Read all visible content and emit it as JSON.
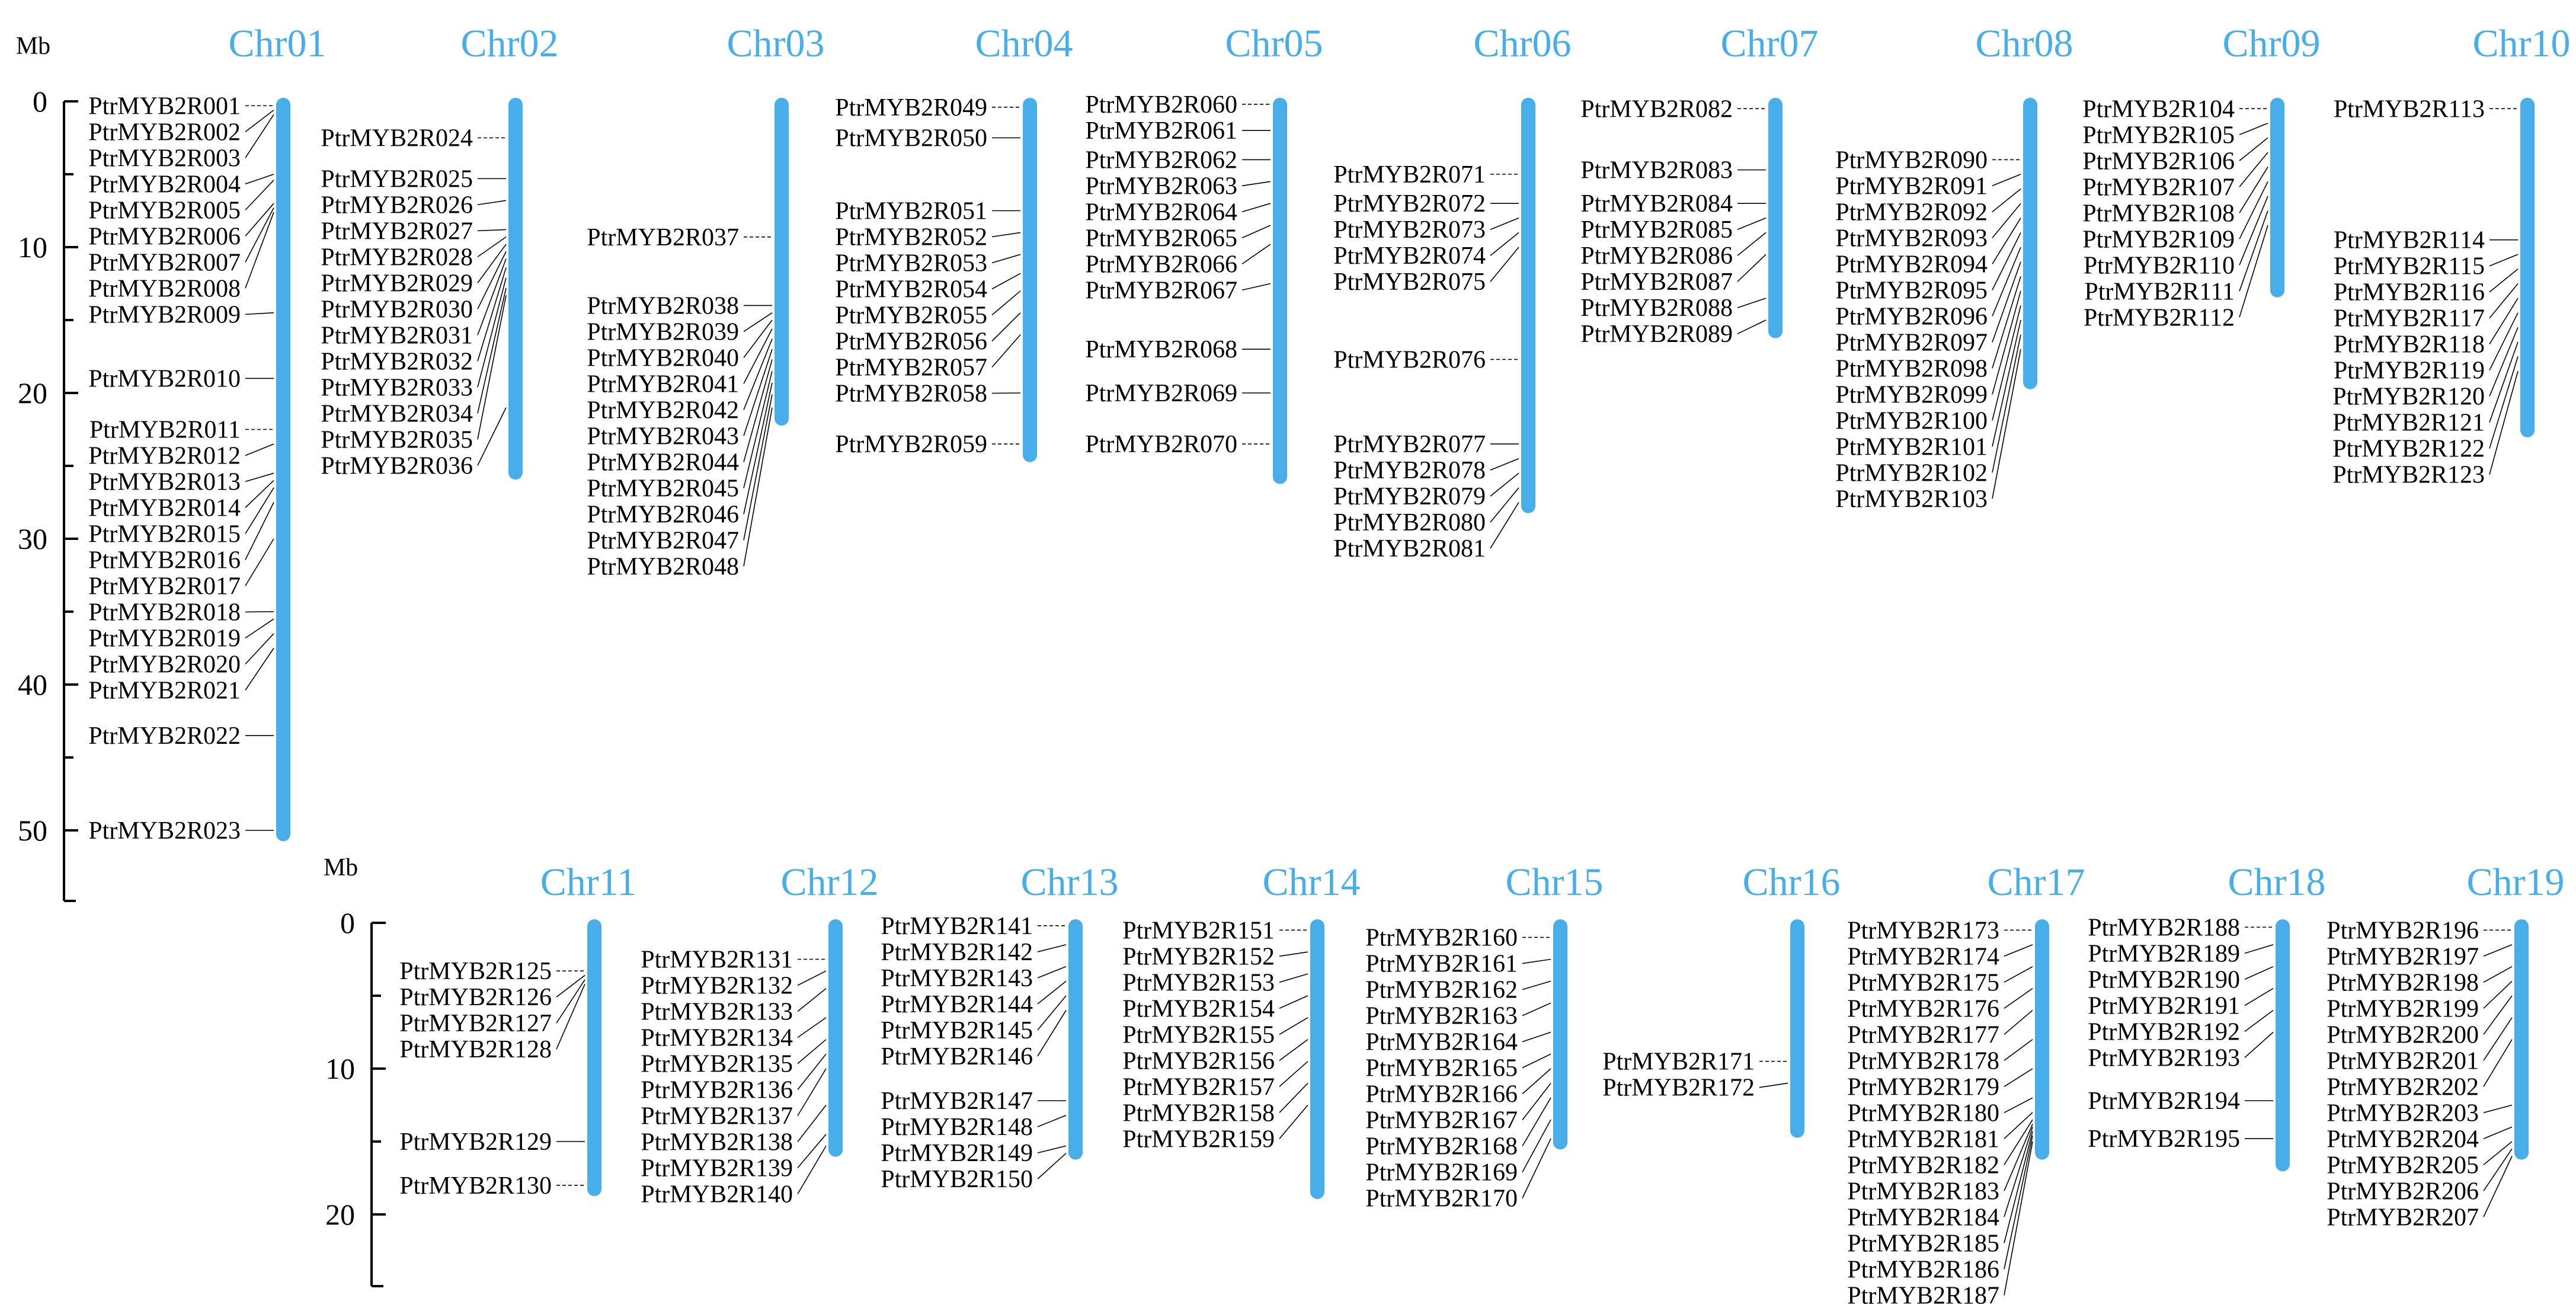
{
  "colors": {
    "chromosome": "#47aeea",
    "text": "#000000",
    "leader": "#000000"
  },
  "scales": [
    {
      "unit": "Mb",
      "ticks": [
        "0",
        "10",
        "20",
        "30",
        "40",
        "50"
      ]
    },
    {
      "unit": "Mb",
      "ticks": [
        "0",
        "10",
        "20"
      ]
    }
  ],
  "chromosomes": [
    {
      "name": "Chr01",
      "length_mb": 50.5,
      "side": "left",
      "genes": [
        {
          "label": "PtrMYB2R001",
          "pos_mb": 0.3
        },
        {
          "label": "PtrMYB2R002",
          "pos_mb": 0.6
        },
        {
          "label": "PtrMYB2R003",
          "pos_mb": 0.9
        },
        {
          "label": "PtrMYB2R004",
          "pos_mb": 5.0
        },
        {
          "label": "PtrMYB2R005",
          "pos_mb": 5.4
        },
        {
          "label": "PtrMYB2R006",
          "pos_mb": 7.0
        },
        {
          "label": "PtrMYB2R007",
          "pos_mb": 7.3
        },
        {
          "label": "PtrMYB2R008",
          "pos_mb": 7.6
        },
        {
          "label": "PtrMYB2R009",
          "pos_mb": 14.5
        },
        {
          "label": "PtrMYB2R010",
          "pos_mb": 19.0
        },
        {
          "label": "PtrMYB2R011",
          "pos_mb": 22.5
        },
        {
          "label": "PtrMYB2R012",
          "pos_mb": 23.5
        },
        {
          "label": "PtrMYB2R013",
          "pos_mb": 25.5
        },
        {
          "label": "PtrMYB2R014",
          "pos_mb": 26.0
        },
        {
          "label": "PtrMYB2R015",
          "pos_mb": 26.5
        },
        {
          "label": "PtrMYB2R016",
          "pos_mb": 27.5
        },
        {
          "label": "PtrMYB2R017",
          "pos_mb": 30.0
        },
        {
          "label": "PtrMYB2R018",
          "pos_mb": 35.0
        },
        {
          "label": "PtrMYB2R019",
          "pos_mb": 35.5
        },
        {
          "label": "PtrMYB2R020",
          "pos_mb": 36.5
        },
        {
          "label": "PtrMYB2R021",
          "pos_mb": 37.5
        },
        {
          "label": "PtrMYB2R022",
          "pos_mb": 43.5
        },
        {
          "label": "PtrMYB2R023",
          "pos_mb": 50.0
        }
      ]
    },
    {
      "name": "Chr02",
      "length_mb": 25.7,
      "side": "left",
      "genes": [
        {
          "label": "PtrMYB2R024",
          "pos_mb": 2.5
        },
        {
          "label": "PtrMYB2R025",
          "pos_mb": 5.3
        },
        {
          "label": "PtrMYB2R026",
          "pos_mb": 6.8
        },
        {
          "label": "PtrMYB2R027",
          "pos_mb": 8.8
        },
        {
          "label": "PtrMYB2R028",
          "pos_mb": 9.3
        },
        {
          "label": "PtrMYB2R029",
          "pos_mb": 9.8
        },
        {
          "label": "PtrMYB2R030",
          "pos_mb": 10.3
        },
        {
          "label": "PtrMYB2R031",
          "pos_mb": 10.8
        },
        {
          "label": "PtrMYB2R032",
          "pos_mb": 11.4
        },
        {
          "label": "PtrMYB2R033",
          "pos_mb": 12.1
        },
        {
          "label": "PtrMYB2R034",
          "pos_mb": 12.8
        },
        {
          "label": "PtrMYB2R035",
          "pos_mb": 13.3
        },
        {
          "label": "PtrMYB2R036",
          "pos_mb": 21.0
        }
      ]
    },
    {
      "name": "Chr03",
      "length_mb": 22.0,
      "side": "left",
      "genes": [
        {
          "label": "PtrMYB2R037",
          "pos_mb": 9.3
        },
        {
          "label": "PtrMYB2R038",
          "pos_mb": 14.0
        },
        {
          "label": "PtrMYB2R039",
          "pos_mb": 14.5
        },
        {
          "label": "PtrMYB2R040",
          "pos_mb": 15.0
        },
        {
          "label": "PtrMYB2R041",
          "pos_mb": 15.6
        },
        {
          "label": "PtrMYB2R042",
          "pos_mb": 16.3
        },
        {
          "label": "PtrMYB2R043",
          "pos_mb": 17.0
        },
        {
          "label": "PtrMYB2R044",
          "pos_mb": 17.7
        },
        {
          "label": "PtrMYB2R045",
          "pos_mb": 18.5
        },
        {
          "label": "PtrMYB2R046",
          "pos_mb": 19.3
        },
        {
          "label": "PtrMYB2R047",
          "pos_mb": 20.1
        },
        {
          "label": "PtrMYB2R048",
          "pos_mb": 21.0
        }
      ]
    },
    {
      "name": "Chr04",
      "length_mb": 24.5,
      "side": "left",
      "genes": [
        {
          "label": "PtrMYB2R049",
          "pos_mb": 0.4
        },
        {
          "label": "PtrMYB2R050",
          "pos_mb": 2.5
        },
        {
          "label": "PtrMYB2R051",
          "pos_mb": 7.5
        },
        {
          "label": "PtrMYB2R052",
          "pos_mb": 9.0
        },
        {
          "label": "PtrMYB2R053",
          "pos_mb": 10.5
        },
        {
          "label": "PtrMYB2R054",
          "pos_mb": 11.8
        },
        {
          "label": "PtrMYB2R055",
          "pos_mb": 13.0
        },
        {
          "label": "PtrMYB2R056",
          "pos_mb": 14.5
        },
        {
          "label": "PtrMYB2R057",
          "pos_mb": 16.0
        },
        {
          "label": "PtrMYB2R058",
          "pos_mb": 20.0
        },
        {
          "label": "PtrMYB2R059",
          "pos_mb": 23.5
        }
      ]
    },
    {
      "name": "Chr05",
      "length_mb": 26.0,
      "side": "left",
      "genes": [
        {
          "label": "PtrMYB2R060",
          "pos_mb": 0.2
        },
        {
          "label": "PtrMYB2R061",
          "pos_mb": 2.0
        },
        {
          "label": "PtrMYB2R062",
          "pos_mb": 4.0
        },
        {
          "label": "PtrMYB2R063",
          "pos_mb": 5.5
        },
        {
          "label": "PtrMYB2R064",
          "pos_mb": 7.0
        },
        {
          "label": "PtrMYB2R065",
          "pos_mb": 8.5
        },
        {
          "label": "PtrMYB2R066",
          "pos_mb": 9.8
        },
        {
          "label": "PtrMYB2R067",
          "pos_mb": 12.5
        },
        {
          "label": "PtrMYB2R068",
          "pos_mb": 17.0
        },
        {
          "label": "PtrMYB2R069",
          "pos_mb": 20.0
        },
        {
          "label": "PtrMYB2R070",
          "pos_mb": 23.5
        }
      ]
    },
    {
      "name": "Chr06",
      "length_mb": 28.0,
      "side": "left",
      "genes": [
        {
          "label": "PtrMYB2R071",
          "pos_mb": 5.0
        },
        {
          "label": "PtrMYB2R072",
          "pos_mb": 7.0
        },
        {
          "label": "PtrMYB2R073",
          "pos_mb": 8.0
        },
        {
          "label": "PtrMYB2R074",
          "pos_mb": 9.0
        },
        {
          "label": "PtrMYB2R075",
          "pos_mb": 10.0
        },
        {
          "label": "PtrMYB2R076",
          "pos_mb": 17.7
        },
        {
          "label": "PtrMYB2R077",
          "pos_mb": 23.5
        },
        {
          "label": "PtrMYB2R078",
          "pos_mb": 24.5
        },
        {
          "label": "PtrMYB2R079",
          "pos_mb": 25.5
        },
        {
          "label": "PtrMYB2R080",
          "pos_mb": 26.5
        },
        {
          "label": "PtrMYB2R081",
          "pos_mb": 27.5
        }
      ]
    },
    {
      "name": "Chr07",
      "length_mb": 16.0,
      "side": "left",
      "genes": [
        {
          "label": "PtrMYB2R082",
          "pos_mb": 0.5
        },
        {
          "label": "PtrMYB2R083",
          "pos_mb": 4.7
        },
        {
          "label": "PtrMYB2R084",
          "pos_mb": 7.0
        },
        {
          "label": "PtrMYB2R085",
          "pos_mb": 8.0
        },
        {
          "label": "PtrMYB2R086",
          "pos_mb": 9.0
        },
        {
          "label": "PtrMYB2R087",
          "pos_mb": 10.5
        },
        {
          "label": "PtrMYB2R088",
          "pos_mb": 13.5
        },
        {
          "label": "PtrMYB2R089",
          "pos_mb": 15.0
        }
      ]
    },
    {
      "name": "Chr08",
      "length_mb": 19.5,
      "side": "left",
      "genes": [
        {
          "label": "PtrMYB2R090",
          "pos_mb": 4.0
        },
        {
          "label": "PtrMYB2R091",
          "pos_mb": 5.0
        },
        {
          "label": "PtrMYB2R092",
          "pos_mb": 6.0
        },
        {
          "label": "PtrMYB2R093",
          "pos_mb": 7.0
        },
        {
          "label": "PtrMYB2R094",
          "pos_mb": 8.0
        },
        {
          "label": "PtrMYB2R095",
          "pos_mb": 9.0
        },
        {
          "label": "PtrMYB2R096",
          "pos_mb": 10.0
        },
        {
          "label": "PtrMYB2R097",
          "pos_mb": 11.0
        },
        {
          "label": "PtrMYB2R098",
          "pos_mb": 12.0
        },
        {
          "label": "PtrMYB2R099",
          "pos_mb": 13.0
        },
        {
          "label": "PtrMYB2R100",
          "pos_mb": 14.0
        },
        {
          "label": "PtrMYB2R101",
          "pos_mb": 15.0
        },
        {
          "label": "PtrMYB2R102",
          "pos_mb": 16.0
        },
        {
          "label": "PtrMYB2R103",
          "pos_mb": 17.0
        }
      ]
    },
    {
      "name": "Chr09",
      "length_mb": 13.2,
      "side": "left",
      "genes": [
        {
          "label": "PtrMYB2R104",
          "pos_mb": 0.5
        },
        {
          "label": "PtrMYB2R105",
          "pos_mb": 1.5
        },
        {
          "label": "PtrMYB2R106",
          "pos_mb": 2.5
        },
        {
          "label": "PtrMYB2R107",
          "pos_mb": 3.5
        },
        {
          "label": "PtrMYB2R108",
          "pos_mb": 4.5
        },
        {
          "label": "PtrMYB2R109",
          "pos_mb": 5.5
        },
        {
          "label": "PtrMYB2R110",
          "pos_mb": 6.5
        },
        {
          "label": "PtrMYB2R111",
          "pos_mb": 7.5
        },
        {
          "label": "PtrMYB2R112",
          "pos_mb": 8.5
        }
      ]
    },
    {
      "name": "Chr10",
      "length_mb": 22.8,
      "side": "left",
      "genes": [
        {
          "label": "PtrMYB2R113",
          "pos_mb": 0.5
        },
        {
          "label": "PtrMYB2R114",
          "pos_mb": 9.5
        },
        {
          "label": "PtrMYB2R115",
          "pos_mb": 10.5
        },
        {
          "label": "PtrMYB2R116",
          "pos_mb": 11.5
        },
        {
          "label": "PtrMYB2R117",
          "pos_mb": 12.5
        },
        {
          "label": "PtrMYB2R118",
          "pos_mb": 13.5
        },
        {
          "label": "PtrMYB2R119",
          "pos_mb": 14.5
        },
        {
          "label": "PtrMYB2R120",
          "pos_mb": 15.5
        },
        {
          "label": "PtrMYB2R121",
          "pos_mb": 16.5
        },
        {
          "label": "PtrMYB2R122",
          "pos_mb": 17.5
        },
        {
          "label": "PtrMYB2R123",
          "pos_mb": 18.5
        }
      ]
    },
    {
      "name": "Chr11",
      "length_mb": 18.5,
      "side": "left",
      "genes": [
        {
          "label": "PtrMYB2R125",
          "pos_mb": 3.3
        },
        {
          "label": "PtrMYB2R126",
          "pos_mb": 3.6
        },
        {
          "label": "PtrMYB2R127",
          "pos_mb": 3.9
        },
        {
          "label": "PtrMYB2R128",
          "pos_mb": 4.2
        },
        {
          "label": "PtrMYB2R129",
          "pos_mb": 15.0
        },
        {
          "label": "PtrMYB2R130",
          "pos_mb": 18.0
        }
      ]
    },
    {
      "name": "Chr12",
      "length_mb": 15.8,
      "side": "left",
      "genes": [
        {
          "label": "PtrMYB2R131",
          "pos_mb": 2.5
        },
        {
          "label": "PtrMYB2R132",
          "pos_mb": 3.3
        },
        {
          "label": "PtrMYB2R133",
          "pos_mb": 4.5
        },
        {
          "label": "PtrMYB2R134",
          "pos_mb": 6.5
        },
        {
          "label": "PtrMYB2R135",
          "pos_mb": 8.0
        },
        {
          "label": "PtrMYB2R136",
          "pos_mb": 9.0
        },
        {
          "label": "PtrMYB2R137",
          "pos_mb": 10.0
        },
        {
          "label": "PtrMYB2R138",
          "pos_mb": 12.5
        },
        {
          "label": "PtrMYB2R139",
          "pos_mb": 14.5
        },
        {
          "label": "PtrMYB2R140",
          "pos_mb": 15.3
        }
      ]
    },
    {
      "name": "Chr13",
      "length_mb": 16.0,
      "side": "left",
      "genes": [
        {
          "label": "PtrMYB2R141",
          "pos_mb": 0.2
        },
        {
          "label": "PtrMYB2R142",
          "pos_mb": 1.5
        },
        {
          "label": "PtrMYB2R143",
          "pos_mb": 3.0
        },
        {
          "label": "PtrMYB2R144",
          "pos_mb": 4.0
        },
        {
          "label": "PtrMYB2R145",
          "pos_mb": 5.0
        },
        {
          "label": "PtrMYB2R146",
          "pos_mb": 6.0
        },
        {
          "label": "PtrMYB2R147",
          "pos_mb": 12.2
        },
        {
          "label": "PtrMYB2R148",
          "pos_mb": 13.2
        },
        {
          "label": "PtrMYB2R149",
          "pos_mb": 15.3
        },
        {
          "label": "PtrMYB2R150",
          "pos_mb": 15.8
        }
      ]
    },
    {
      "name": "Chr14",
      "length_mb": 18.7,
      "side": "left",
      "genes": [
        {
          "label": "PtrMYB2R151",
          "pos_mb": 0.5
        },
        {
          "label": "PtrMYB2R152",
          "pos_mb": 2.0
        },
        {
          "label": "PtrMYB2R153",
          "pos_mb": 3.5
        },
        {
          "label": "PtrMYB2R154",
          "pos_mb": 5.0
        },
        {
          "label": "PtrMYB2R155",
          "pos_mb": 6.5
        },
        {
          "label": "PtrMYB2R156",
          "pos_mb": 8.0
        },
        {
          "label": "PtrMYB2R157",
          "pos_mb": 9.5
        },
        {
          "label": "PtrMYB2R158",
          "pos_mb": 11.0
        },
        {
          "label": "PtrMYB2R159",
          "pos_mb": 12.5
        }
      ]
    },
    {
      "name": "Chr15",
      "length_mb": 15.3,
      "side": "left",
      "genes": [
        {
          "label": "PtrMYB2R160",
          "pos_mb": 1.0
        },
        {
          "label": "PtrMYB2R161",
          "pos_mb": 2.5
        },
        {
          "label": "PtrMYB2R162",
          "pos_mb": 4.0
        },
        {
          "label": "PtrMYB2R163",
          "pos_mb": 5.5
        },
        {
          "label": "PtrMYB2R164",
          "pos_mb": 7.5
        },
        {
          "label": "PtrMYB2R165",
          "pos_mb": 9.0
        },
        {
          "label": "PtrMYB2R166",
          "pos_mb": 10.0
        },
        {
          "label": "PtrMYB2R167",
          "pos_mb": 11.0
        },
        {
          "label": "PtrMYB2R168",
          "pos_mb": 12.0
        },
        {
          "label": "PtrMYB2R169",
          "pos_mb": 13.5
        },
        {
          "label": "PtrMYB2R170",
          "pos_mb": 14.8
        }
      ]
    },
    {
      "name": "Chr16",
      "length_mb": 14.5,
      "side": "left",
      "genes": [
        {
          "label": "PtrMYB2R171",
          "pos_mb": 9.5
        },
        {
          "label": "PtrMYB2R172",
          "pos_mb": 11.0
        }
      ]
    },
    {
      "name": "Chr17",
      "length_mb": 16.0,
      "side": "left",
      "genes": [
        {
          "label": "PtrMYB2R173",
          "pos_mb": 0.5
        },
        {
          "label": "PtrMYB2R174",
          "pos_mb": 1.5
        },
        {
          "label": "PtrMYB2R175",
          "pos_mb": 3.0
        },
        {
          "label": "PtrMYB2R176",
          "pos_mb": 4.5
        },
        {
          "label": "PtrMYB2R177",
          "pos_mb": 6.0
        },
        {
          "label": "PtrMYB2R178",
          "pos_mb": 8.0
        },
        {
          "label": "PtrMYB2R179",
          "pos_mb": 10.0
        },
        {
          "label": "PtrMYB2R180",
          "pos_mb": 12.0
        },
        {
          "label": "PtrMYB2R181",
          "pos_mb": 13.0
        },
        {
          "label": "PtrMYB2R182",
          "pos_mb": 13.5
        },
        {
          "label": "PtrMYB2R183",
          "pos_mb": 13.8
        },
        {
          "label": "PtrMYB2R184",
          "pos_mb": 14.0
        },
        {
          "label": "PtrMYB2R185",
          "pos_mb": 14.3
        },
        {
          "label": "PtrMYB2R186",
          "pos_mb": 14.6
        },
        {
          "label": "PtrMYB2R187",
          "pos_mb": 15.0
        }
      ]
    },
    {
      "name": "Chr18",
      "length_mb": 16.8,
      "side": "left",
      "genes": [
        {
          "label": "PtrMYB2R188",
          "pos_mb": 0.3
        },
        {
          "label": "PtrMYB2R189",
          "pos_mb": 1.5
        },
        {
          "label": "PtrMYB2R190",
          "pos_mb": 3.0
        },
        {
          "label": "PtrMYB2R191",
          "pos_mb": 4.5
        },
        {
          "label": "PtrMYB2R192",
          "pos_mb": 6.0
        },
        {
          "label": "PtrMYB2R193",
          "pos_mb": 7.5
        },
        {
          "label": "PtrMYB2R194",
          "pos_mb": 12.2
        },
        {
          "label": "PtrMYB2R195",
          "pos_mb": 14.8
        }
      ]
    },
    {
      "name": "Chr19",
      "length_mb": 16.0,
      "side": "left",
      "genes": [
        {
          "label": "PtrMYB2R196",
          "pos_mb": 0.5
        },
        {
          "label": "PtrMYB2R197",
          "pos_mb": 1.5
        },
        {
          "label": "PtrMYB2R198",
          "pos_mb": 3.0
        },
        {
          "label": "PtrMYB2R199",
          "pos_mb": 4.0
        },
        {
          "label": "PtrMYB2R200",
          "pos_mb": 5.0
        },
        {
          "label": "PtrMYB2R201",
          "pos_mb": 6.5
        },
        {
          "label": "PtrMYB2R202",
          "pos_mb": 8.0
        },
        {
          "label": "PtrMYB2R203",
          "pos_mb": 12.5
        },
        {
          "label": "PtrMYB2R204",
          "pos_mb": 14.0
        },
        {
          "label": "PtrMYB2R205",
          "pos_mb": 15.0
        },
        {
          "label": "PtrMYB2R206",
          "pos_mb": 15.5
        },
        {
          "label": "PtrMYB2R207",
          "pos_mb": 16.0
        }
      ]
    }
  ]
}
